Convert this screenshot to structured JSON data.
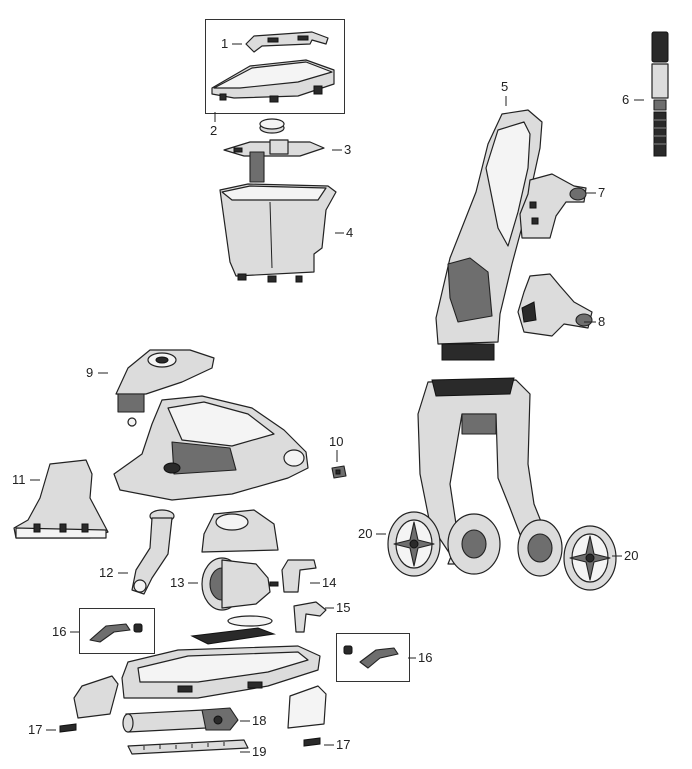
{
  "callouts": {
    "c1": "1",
    "c2": "2",
    "c3": "3",
    "c4": "4",
    "c5": "5",
    "c6": "6",
    "c7": "7",
    "c8": "8",
    "c9": "9",
    "c10": "10",
    "c11": "11",
    "c12": "12",
    "c13": "13",
    "c14": "14",
    "c15": "15",
    "c16a": "16",
    "c16b": "16",
    "c17a": "17",
    "c17b": "17",
    "c18": "18",
    "c19": "19",
    "c20a": "20",
    "c20b": "20"
  },
  "colors": {
    "line": "#222222",
    "fill_light": "#dcdcdc",
    "fill_dark": "#6e6e6e"
  }
}
